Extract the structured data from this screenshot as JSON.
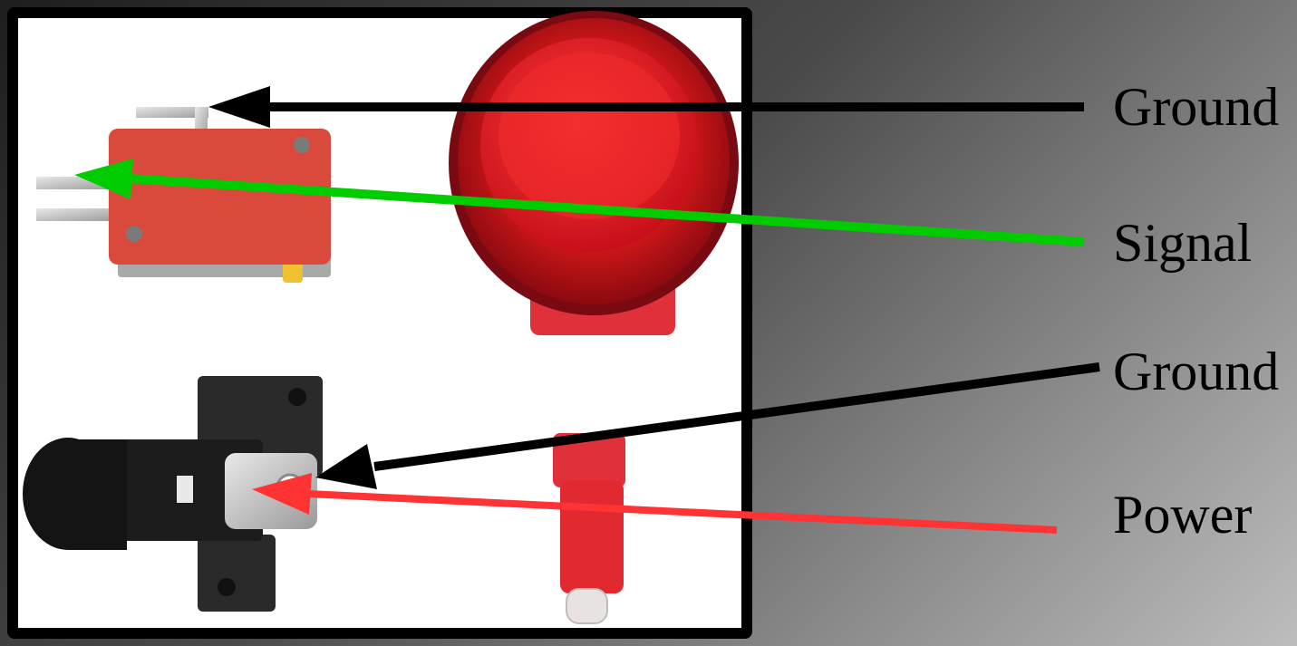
{
  "labels": {
    "ground_top": "Ground",
    "signal": "Signal",
    "ground_bottom": "Ground",
    "power": "Power"
  },
  "colors": {
    "ground_arrow": "#000000",
    "signal_arrow": "#00cc00",
    "power_arrow": "#ff3333",
    "button_red": "#d0101a",
    "housing_black": "#1c1c1c"
  },
  "icons": {
    "microswitch": "microswitch-icon",
    "arcade_button": "arcade-button-icon",
    "lamp_holder": "lamp-holder-icon",
    "led_bulb": "led-bulb-icon"
  }
}
